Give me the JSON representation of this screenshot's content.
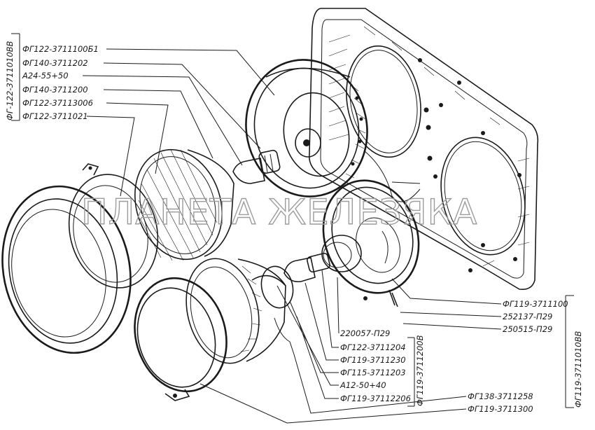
{
  "watermark": "ПЛАНЕТА ЖЕЛЕЗЯКА",
  "labels": {
    "vert_left": "ФГ-122-3711010ВВ",
    "l1": "ФГ122-3711100Б1",
    "l2": "ФГ140-3711202",
    "l3": "А24-55+50",
    "l4": "ФГ140-3711200",
    "l5": "ФГ122-37113006",
    "l6": "ФГ122-3711021",
    "r1": "ФГ119-3711100",
    "r2": "252137-П29",
    "r3": "250515-П29",
    "vert_right": "ФГ119-3711010ВВ",
    "b1": "220057-П29",
    "b2": "ФГ122-3711204",
    "b3": "ФГ119-3711230",
    "b4": "ФГ115-3711203",
    "b5": "А12-50+40",
    "b6": "ФГ119-37112206",
    "vert_mid": "ФГ119-3711200В",
    "b7": "ФГ138-3711258",
    "b8": "ФГ119-3711300"
  }
}
